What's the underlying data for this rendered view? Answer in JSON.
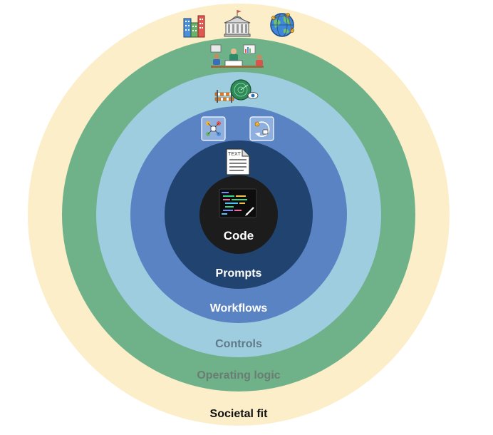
{
  "rings": [
    {
      "id": "societal-fit",
      "label": "Societal fit",
      "fill": "#fbeec9",
      "label_color": "#111111",
      "icons": [
        "office-buildings-icon",
        "government-building-icon",
        "globe-network-icon"
      ]
    },
    {
      "id": "operating-logic",
      "label": "Operating logic",
      "fill": "#6fb28a",
      "label_color": "#6a7d72",
      "icons": [
        "team-collaboration-icon"
      ]
    },
    {
      "id": "controls",
      "label": "Controls",
      "fill": "#9ecde0",
      "label_color": "#5f7a86",
      "icons": [
        "barrier-radar-eye-icon"
      ]
    },
    {
      "id": "workflows",
      "label": "Workflows",
      "fill": "#5a83c4",
      "label_color": "#ffffff",
      "icons": [
        "workflow-network-icon",
        "workflow-cycle-icon"
      ]
    },
    {
      "id": "prompts",
      "label": "Prompts",
      "fill": "#21436f",
      "label_color": "#ffffff",
      "icons": [
        "text-document-icon"
      ]
    },
    {
      "id": "code",
      "label": "Code",
      "fill": "#1c1c1c",
      "label_color": "#ffffff",
      "icons": [
        "code-editor-icon"
      ]
    }
  ],
  "text_doc_icon_text": "TEXT"
}
